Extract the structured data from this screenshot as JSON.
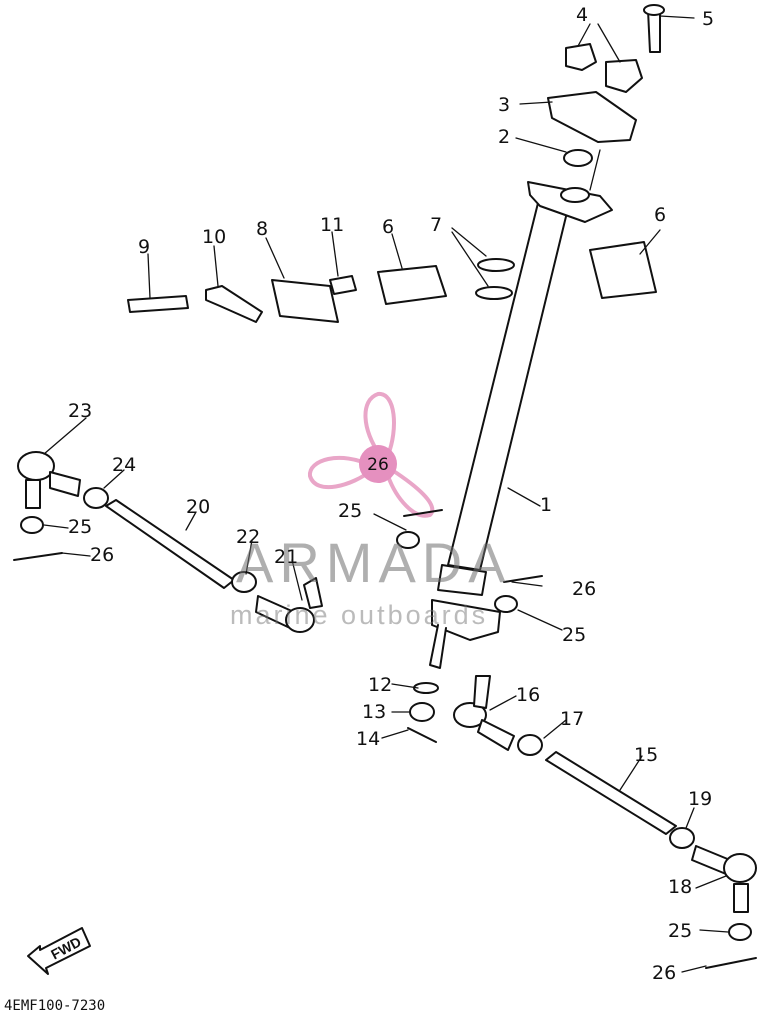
{
  "diagram_code": "4EMF100-7230",
  "watermark": {
    "brand": "ARMADA",
    "tagline": "marine outboards",
    "color": "#e9a6c8"
  },
  "highlight_callout": "26",
  "fwd_label": "FWD",
  "callouts": {
    "c1": "1",
    "c2": "2",
    "c3": "3",
    "c4": "4",
    "c5": "5",
    "c6a": "6",
    "c6b": "6",
    "c7": "7",
    "c8": "8",
    "c9": "9",
    "c10": "10",
    "c11": "11",
    "c12": "12",
    "c13": "13",
    "c14": "14",
    "c15": "15",
    "c16": "16",
    "c17": "17",
    "c18": "18",
    "c19": "19",
    "c20": "20",
    "c21": "21",
    "c22": "22",
    "c23": "23",
    "c24": "24",
    "c25a": "25",
    "c25b": "25",
    "c25c": "25",
    "c25d": "25",
    "c26a": "26",
    "c26b": "26",
    "c26c": "26"
  }
}
